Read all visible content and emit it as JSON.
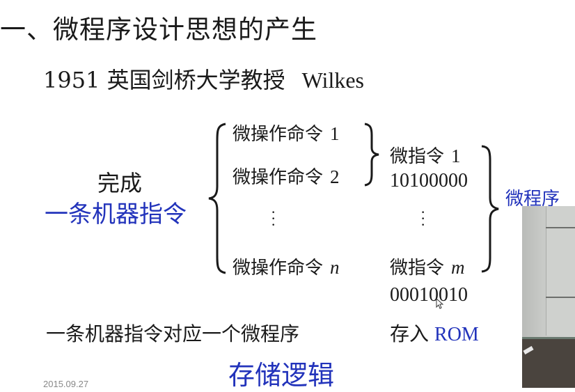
{
  "slide": {
    "title": "一、微程序设计思想的产生",
    "subtitle_cn": "1951 英国剑桥大学教授",
    "subtitle_en": "Wilkes",
    "complete_label": "完成",
    "machine_instruction": "一条机器指令",
    "micro_ops": [
      {
        "label": "微操作命令",
        "index": "1"
      },
      {
        "label": "微操作命令",
        "index": "2"
      },
      {
        "label": "微操作命令",
        "index": "n"
      }
    ],
    "micro_instructions": [
      {
        "label": "微指令",
        "index": "1",
        "code": "10100000"
      },
      {
        "label": "微指令",
        "index": "m",
        "code": "00010010"
      }
    ],
    "micro_program": "微程序",
    "correspondence": "一条机器指令对应一个微程序",
    "store_in": "存入",
    "rom": "ROM",
    "storage_logic": "存储逻辑",
    "date": "2015.09.27"
  },
  "colors": {
    "text": "#1a1a1a",
    "accent_blue": "#2233bb"
  }
}
